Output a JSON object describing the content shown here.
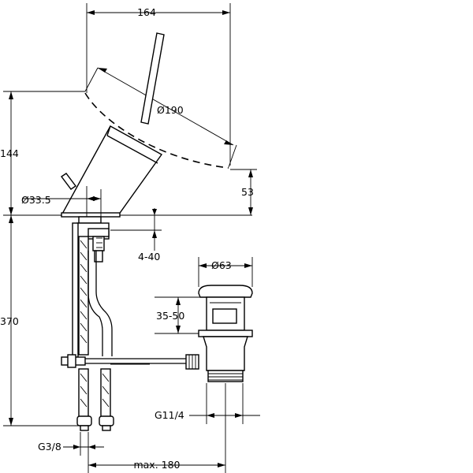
{
  "dimensions": {
    "overall_width": "164",
    "bowl_diameter": "Ø190",
    "spout_height": "144",
    "clearance_height": "53",
    "body_diameter": "Ø33.5",
    "deck_thickness": "4-40",
    "waste_diameter": "Ø63",
    "plug_range": "35-50",
    "total_height": "370",
    "waste_thread": "G11/4",
    "inlet_thread": "G3/8",
    "max_reach": "max. 180"
  }
}
